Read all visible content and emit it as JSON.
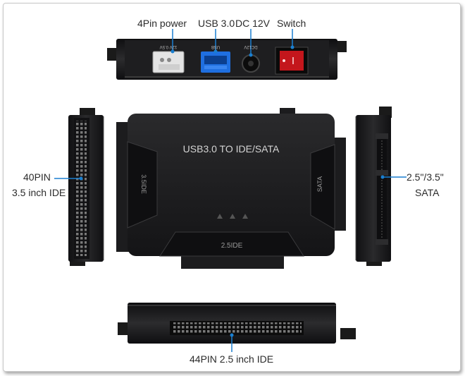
{
  "labels": {
    "power": "4Pin power",
    "usb": "USB 3.0",
    "dc": "DC 12V",
    "switch": "Switch",
    "ide35_line1": "40PIN",
    "ide35_line2": "3.5 inch IDE",
    "sata_line1": "2.5\"/3.5\"",
    "sata_line2": "SATA",
    "ide25": "44PIN 2.5 inch IDE"
  },
  "device": {
    "top_label": "USB3.0 TO IDE/SATA",
    "left_port": "3.5IDE",
    "right_port": "SATA",
    "bottom_port": "2.5IDE",
    "power_port_print": "12V 0.5V",
    "usb_port_print": "USB",
    "dc_port_print": "DC12V"
  },
  "colors": {
    "device_body": "#1c1c1e",
    "device_edge": "#3a3a3c",
    "accent_blue": "#1a7fd0",
    "usb_blue": "#1f6fe0",
    "switch_red": "#c4161c",
    "pin_gray": "#6a6a6a"
  }
}
